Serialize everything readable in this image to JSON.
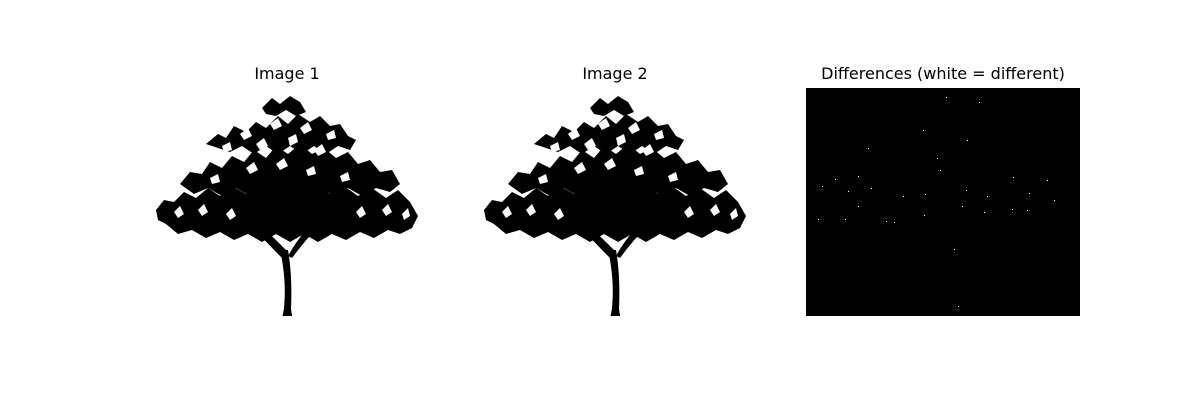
{
  "figure": {
    "panels": [
      {
        "title": "Image 1",
        "content": "tree-silhouette",
        "colors": {
          "foreground": "#000000",
          "background": "#ffffff"
        }
      },
      {
        "title": "Image 2",
        "content": "tree-silhouette",
        "colors": {
          "foreground": "#000000",
          "background": "#ffffff"
        }
      },
      {
        "title": "Differences (white = different)",
        "content": "difference-map",
        "colors": {
          "foreground": "#ffffff",
          "background": "#000000"
        }
      }
    ]
  }
}
